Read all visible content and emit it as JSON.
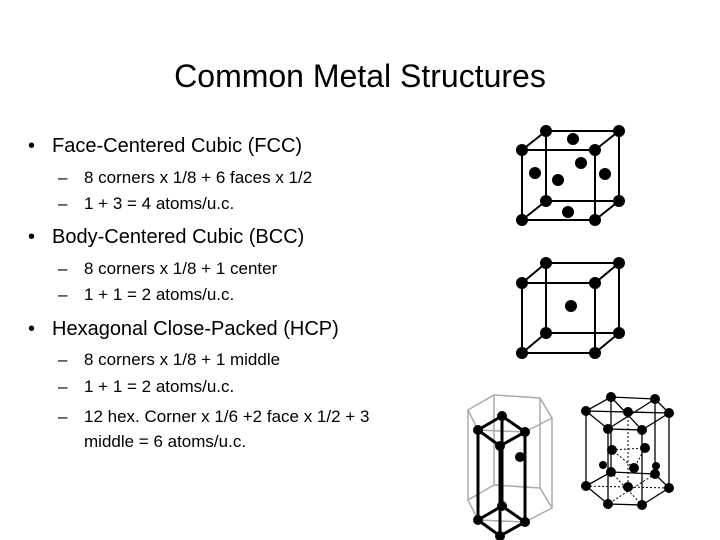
{
  "slide": {
    "title": "Common Metal Structures",
    "sections": [
      {
        "heading": "Face-Centered Cubic (FCC)",
        "points": [
          "8 corners x 1/8 + 6 faces x 1/2",
          "1 + 3 = 4 atoms/u.c."
        ]
      },
      {
        "heading": "Body-Centered Cubic (BCC)",
        "points": [
          "8 corners x 1/8 + 1 center",
          "1 + 1 = 2 atoms/u.c."
        ]
      },
      {
        "heading": "Hexagonal Close-Packed (HCP)",
        "points": [
          "8 corners x 1/8 + 1 middle",
          "1 + 1 = 2 atoms/u.c.",
          "12 hex. Corner x 1/6 +2 face x 1/2 + 3"
        ],
        "continuation": "middle = 6 atoms/u.c."
      }
    ],
    "bullet_glyph": "•",
    "dash_glyph": "–"
  }
}
